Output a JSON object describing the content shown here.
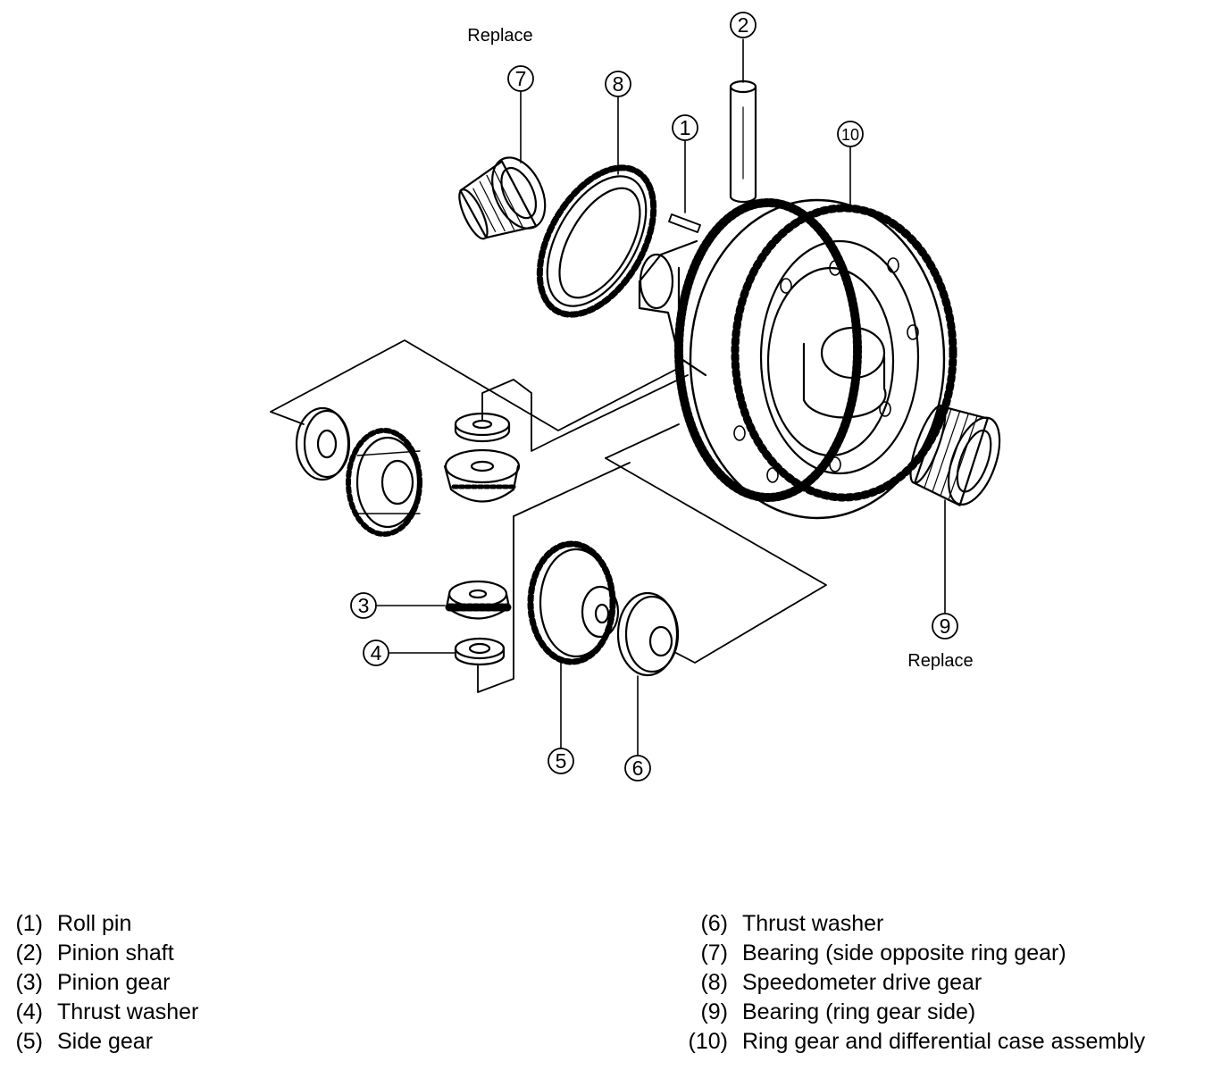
{
  "diagram": {
    "replace_label_top": "Replace",
    "replace_label_right": "Replace",
    "callouts": [
      "1",
      "2",
      "3",
      "4",
      "5",
      "6",
      "7",
      "8",
      "9",
      "10"
    ]
  },
  "legend": {
    "left": [
      {
        "num": "(1)",
        "text": "Roll pin"
      },
      {
        "num": "(2)",
        "text": "Pinion shaft"
      },
      {
        "num": "(3)",
        "text": "Pinion gear"
      },
      {
        "num": "(4)",
        "text": "Thrust washer"
      },
      {
        "num": "(5)",
        "text": "Side gear"
      }
    ],
    "right": [
      {
        "num": "(6)",
        "text": "Thrust washer"
      },
      {
        "num": "(7)",
        "text": "Bearing (side opposite ring gear)"
      },
      {
        "num": "(8)",
        "text": "Speedometer drive gear"
      },
      {
        "num": "(9)",
        "text": "Bearing (ring gear side)"
      },
      {
        "num": "(10)",
        "text": "Ring gear and differential case assembly"
      }
    ]
  }
}
